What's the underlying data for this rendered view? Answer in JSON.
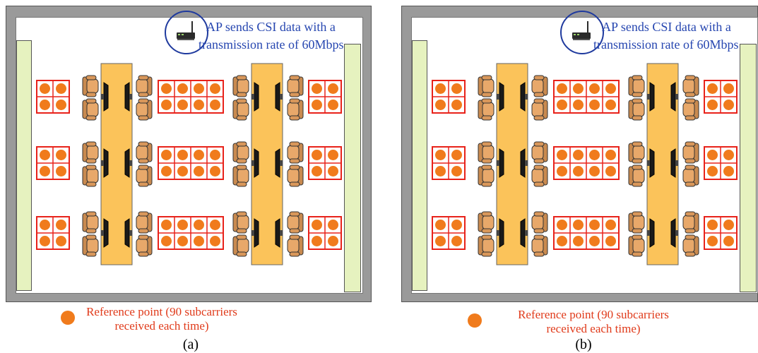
{
  "panels": [
    {
      "label": "(a)",
      "ap_text_line1": "AP sends CSI data with a",
      "ap_text_line2": "transmission rate of 60Mbps",
      "legend_line1": "Reference point (90 subcarriers",
      "legend_line2": "received each time)"
    },
    {
      "label": "(b)",
      "ap_text_line1": "AP sends CSI data with a",
      "ap_text_line2": "transmission rate of 60Mbps",
      "legend_line1": "Reference point (90 subcarriers",
      "legend_line2": "received each time)"
    }
  ],
  "colors": {
    "reference_point": "#f07b1c",
    "grid_line": "#e8221a",
    "desk": "#fbc35a",
    "chair": "#e8a86a",
    "wall_panel": "#e6f2bf",
    "ap_text": "#2646b0",
    "legend_text": "#e03a1a"
  },
  "icons": [
    "router-icon",
    "chair-icon",
    "monitor-icon",
    "reference-point-icon"
  ]
}
